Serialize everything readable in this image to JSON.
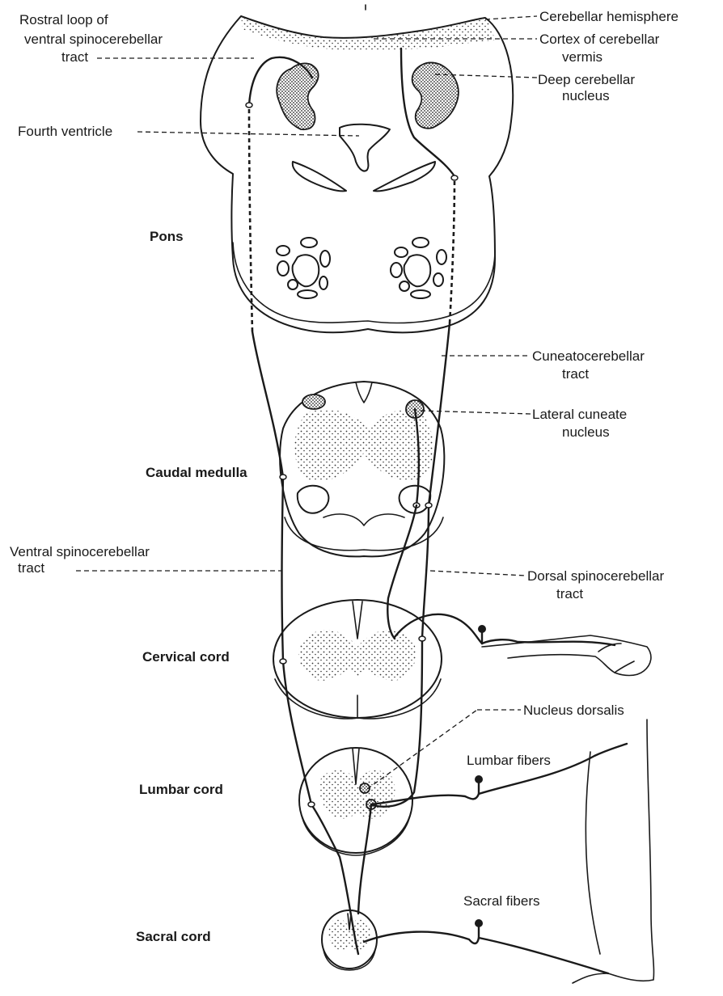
{
  "labels": {
    "cerebellar_hemisphere": "Cerebellar hemisphere",
    "cortex_vermis_1": "Cortex of cerebellar",
    "cortex_vermis_2": "vermis",
    "deep_nucleus_1": "Deep cerebellar",
    "deep_nucleus_2": "nucleus",
    "rostral_loop_1": "Rostral loop of",
    "rostral_loop_2": "ventral spinocerebellar",
    "rostral_loop_3": "tract",
    "fourth_ventricle": "Fourth ventricle",
    "cuneato_1": "Cuneatocerebellar",
    "cuneato_2": "tract",
    "lateral_cuneate_1": "Lateral cuneate",
    "lateral_cuneate_2": "nucleus",
    "ventral_sc_1": "Ventral spinocerebellar",
    "ventral_sc_2": "tract",
    "dorsal_sc_1": "Dorsal spinocerebellar",
    "dorsal_sc_2": "tract",
    "nucleus_dorsalis": "Nucleus dorsalis",
    "lumbar_fibers": "Lumbar fibers",
    "sacral_fibers": "Sacral fibers"
  },
  "levels": {
    "pons": "Pons",
    "caudal_medulla": "Caudal medulla",
    "cervical_cord": "Cervical cord",
    "lumbar_cord": "Lumbar cord",
    "sacral_cord": "Sacral cord"
  }
}
